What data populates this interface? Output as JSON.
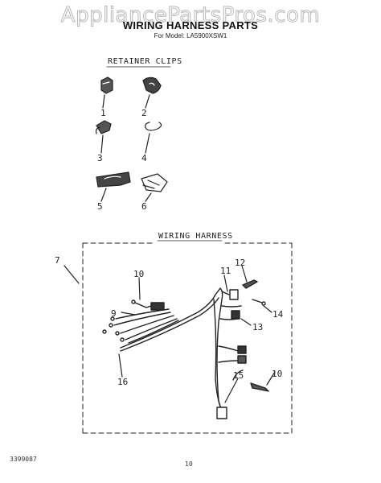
{
  "header": {
    "watermark": "AppliancePartsPros.com",
    "title": "WIRING HARNESS PARTS",
    "subtitle": "For Model: LA5900XSW1"
  },
  "sections": {
    "retainer_clips": "RETAINER CLIPS",
    "wiring_harness": "WIRING HARNESS"
  },
  "callouts": {
    "c1": "1",
    "c2": "2",
    "c3": "3",
    "c4": "4",
    "c5": "5",
    "c6": "6",
    "c7": "7",
    "c9": "9",
    "c10a": "10",
    "c10b": "10",
    "c11": "11",
    "c12": "12",
    "c13": "13",
    "c14": "14",
    "c15": "15",
    "c16": "16"
  },
  "footer": {
    "code": "3399087",
    "page": "10"
  }
}
